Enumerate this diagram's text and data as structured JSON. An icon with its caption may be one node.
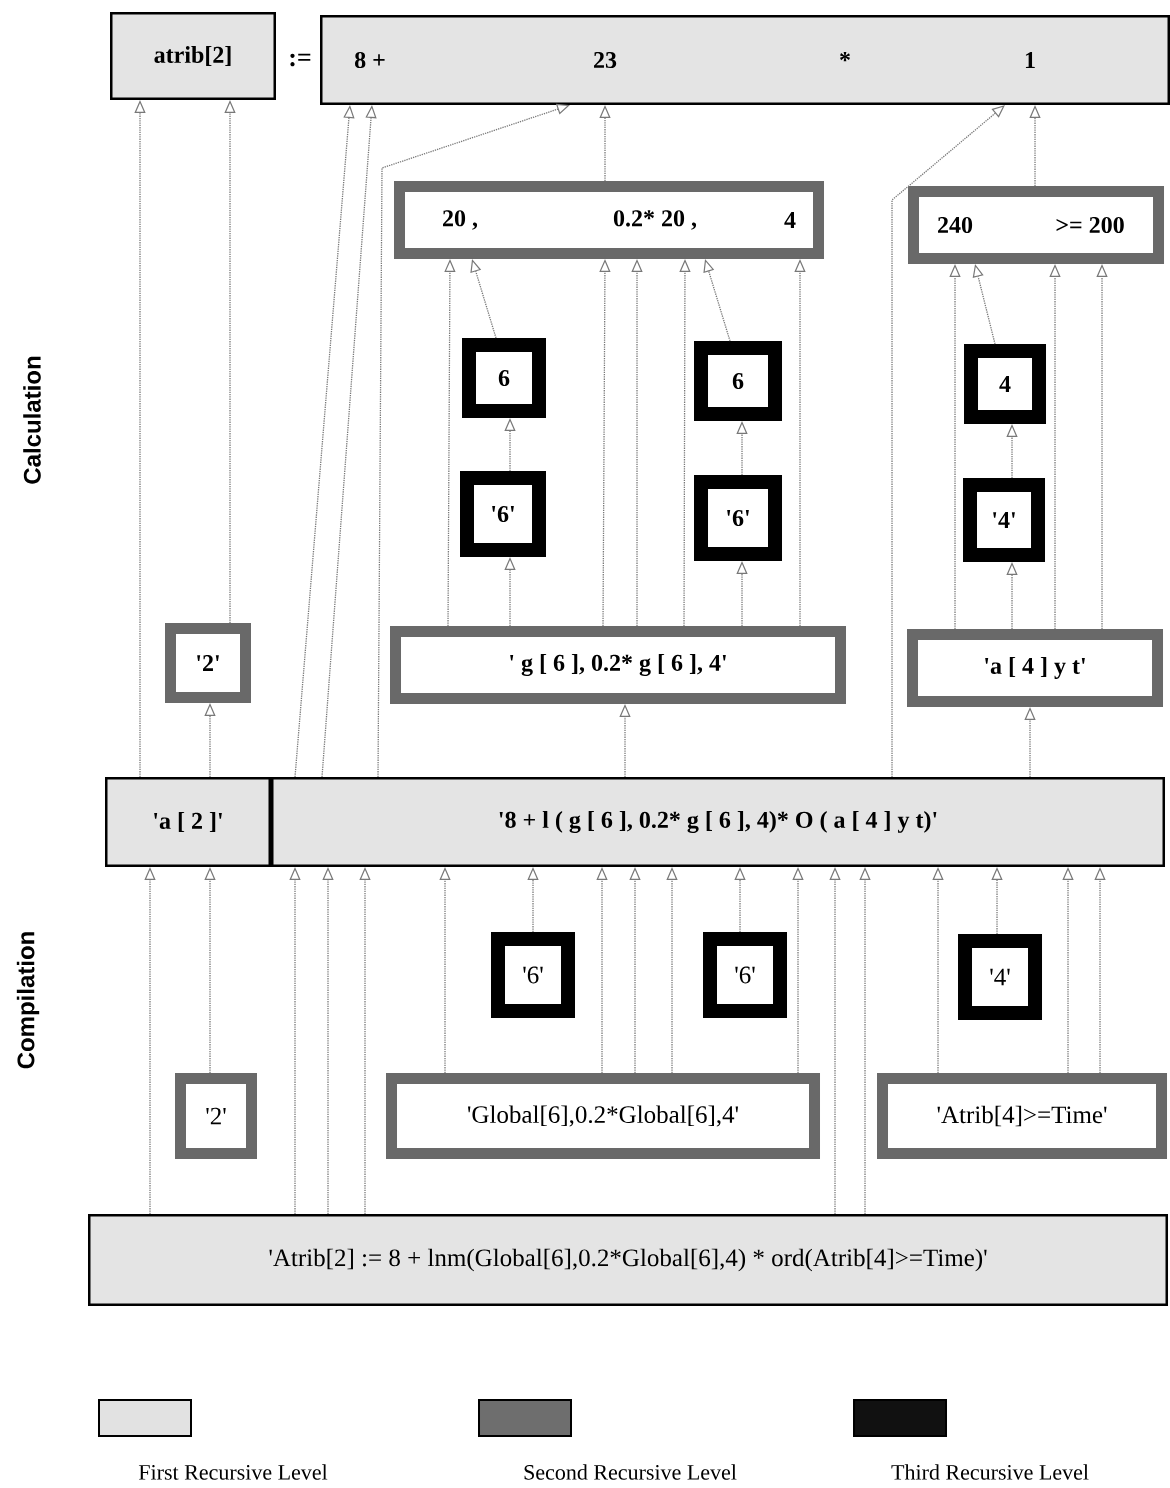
{
  "diagram": {
    "nodes": [
      {
        "text": [
          "atrib[2]"
        ]
      },
      {
        "text": [
          "8 +",
          "23",
          "*",
          "1"
        ]
      },
      {
        "text": [
          "20 ,",
          "0.2* 20 ,",
          "4"
        ]
      },
      {
        "text": [
          "240",
          ">= 200"
        ]
      },
      {
        "text": [
          "6"
        ]
      },
      {
        "text": [
          "6"
        ]
      },
      {
        "text": [
          "4"
        ]
      },
      {
        "text": [
          "'6'"
        ]
      },
      {
        "text": [
          "'6'"
        ]
      },
      {
        "text": [
          "'4'"
        ]
      },
      {
        "text": [
          "'2'"
        ]
      },
      {
        "text": [
          "' g [ 6 ], 0.2* g [ 6 ], 4'"
        ]
      },
      {
        "text": [
          "'a [ 4 ] y t'"
        ]
      },
      {
        "text": [
          "'a [ 2 ]'"
        ]
      },
      {
        "text": [
          "'8 + l ( g [ 6 ], 0.2* g [ 6 ], 4)* O ( a [ 4 ] y t)'"
        ]
      },
      {
        "text": [
          "'6'"
        ]
      },
      {
        "text": [
          "'6'"
        ]
      },
      {
        "text": [
          "'4'"
        ]
      },
      {
        "text": [
          "'2'"
        ]
      },
      {
        "text": [
          "'Global[6],0.2*Global[6],4'"
        ]
      },
      {
        "text": [
          "'Atrib[4]>=Time'"
        ]
      },
      {
        "text": [
          "'Atrib[2] := 8 + lnm(Global[6],0.2*Global[6],4) * ord(Atrib[4]>=Time)'"
        ]
      }
    ],
    "edges": [
      {
        "from": 21,
        "to": 13,
        "arrow": "to"
      },
      {
        "from": 18,
        "to": 13,
        "arrow": "to"
      },
      {
        "from": 21,
        "to": 14,
        "arrow": "to"
      },
      {
        "from": 21,
        "to": 14,
        "arrow": "to"
      },
      {
        "from": 21,
        "to": 14,
        "arrow": "to"
      },
      {
        "from": 19,
        "to": 14,
        "arrow": "to"
      },
      {
        "from": 15,
        "to": 14,
        "arrow": "to"
      },
      {
        "from": 19,
        "to": 14,
        "arrow": "to"
      },
      {
        "from": 19,
        "to": 14,
        "arrow": "to"
      },
      {
        "from": 19,
        "to": 14,
        "arrow": "to"
      },
      {
        "from": 16,
        "to": 14,
        "arrow": "to"
      },
      {
        "from": 19,
        "to": 14,
        "arrow": "to"
      },
      {
        "from": 21,
        "to": 14,
        "arrow": "to"
      },
      {
        "from": 21,
        "to": 14,
        "arrow": "to"
      },
      {
        "from": 20,
        "to": 14,
        "arrow": "to"
      },
      {
        "from": 17,
        "to": 14,
        "arrow": "to"
      },
      {
        "from": 20,
        "to": 14,
        "arrow": "to"
      },
      {
        "from": 20,
        "to": 14,
        "arrow": "to"
      },
      {
        "from": 13,
        "to": 0,
        "arrow": "to"
      },
      {
        "from": 13,
        "to": 10,
        "arrow": "to"
      },
      {
        "from": 10,
        "to": 0,
        "arrow": "to"
      },
      {
        "from": 14,
        "to": 1,
        "arrow": "to"
      },
      {
        "from": 14,
        "to": 1,
        "arrow": "to"
      },
      {
        "from": 14,
        "to": 1,
        "arrow": "to"
      },
      {
        "from": 14,
        "to": 11,
        "arrow": "to"
      },
      {
        "from": 14,
        "to": 1,
        "arrow": "to"
      },
      {
        "from": 14,
        "to": 12,
        "arrow": "to"
      },
      {
        "from": 11,
        "to": 2,
        "arrow": "to"
      },
      {
        "from": 11,
        "to": 7,
        "arrow": "to"
      },
      {
        "from": 7,
        "to": 4,
        "arrow": "to"
      },
      {
        "from": 4,
        "to": 2,
        "arrow": "to"
      },
      {
        "from": 11,
        "to": 2,
        "arrow": "to"
      },
      {
        "from": 11,
        "to": 2,
        "arrow": "to"
      },
      {
        "from": 11,
        "to": 2,
        "arrow": "to"
      },
      {
        "from": 11,
        "to": 8,
        "arrow": "to"
      },
      {
        "from": 8,
        "to": 5,
        "arrow": "to"
      },
      {
        "from": 5,
        "to": 2,
        "arrow": "to"
      },
      {
        "from": 11,
        "to": 2,
        "arrow": "to"
      },
      {
        "from": 2,
        "to": 1,
        "arrow": "to"
      },
      {
        "from": 12,
        "to": 3,
        "arrow": "to"
      },
      {
        "from": 12,
        "to": 9,
        "arrow": "to"
      },
      {
        "from": 9,
        "to": 6,
        "arrow": "to"
      },
      {
        "from": 6,
        "to": 3,
        "arrow": "to"
      },
      {
        "from": 12,
        "to": 3,
        "arrow": "to"
      },
      {
        "from": 12,
        "to": 3,
        "arrow": "to"
      },
      {
        "from": 3,
        "to": 1,
        "arrow": "to"
      }
    ],
    "labels": [
      ":=",
      "Calculation",
      "Compilation"
    ],
    "legend": [
      {
        "text": "First Recursive Level",
        "color": "#e2e2e2"
      },
      {
        "text": "Second Recursive Level",
        "color": "#6e6e6e"
      },
      {
        "text": "Third Recursive Level",
        "color": "#111111"
      }
    ]
  }
}
